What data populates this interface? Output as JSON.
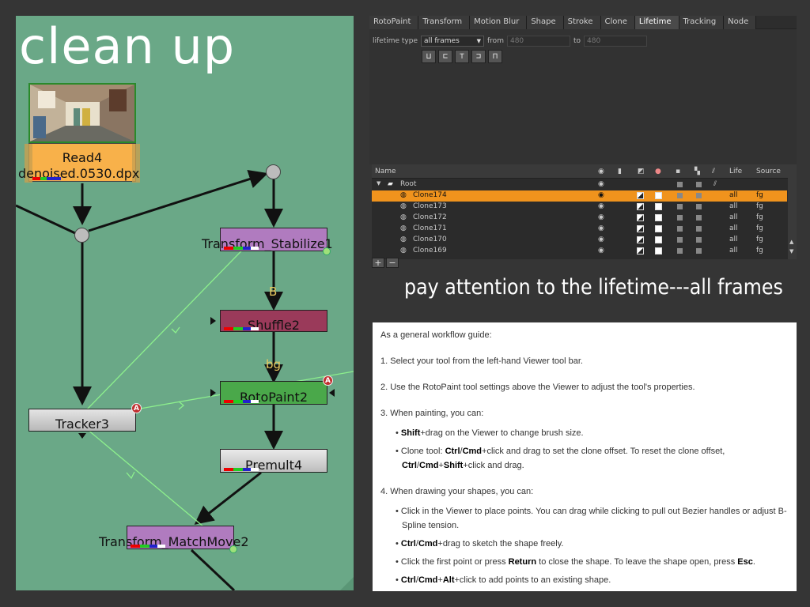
{
  "graph": {
    "title": "clean up",
    "nodes": {
      "read": "Read4",
      "read_file": "denoised.0530.dpx",
      "stabilize": "Transform_Stabilize1",
      "shuffle": "Shuffle2",
      "rotopaint": "RotoPaint2",
      "tracker": "Tracker3",
      "premult": "Premult4",
      "matchmove": "Transform_MatchMove2"
    },
    "labels": {
      "b": "B",
      "bg": "bg",
      "badge_a": "A"
    }
  },
  "props": {
    "tabs": [
      "RotoPaint",
      "Transform",
      "Motion Blur",
      "Shape",
      "Stroke",
      "Clone",
      "Lifetime",
      "Tracking",
      "Node"
    ],
    "active_tab": "Lifetime",
    "lifetime_label": "lifetime type",
    "lifetime_value": "all frames",
    "from_label": "from",
    "from_value": "480",
    "to_label": "to",
    "to_value": "480"
  },
  "curves": {
    "headers": {
      "name": "Name",
      "life": "Life",
      "source": "Source"
    },
    "root": "Root",
    "rows": [
      {
        "name": "Clone174",
        "life": "all",
        "source": "fg"
      },
      {
        "name": "Clone173",
        "life": "all",
        "source": "fg"
      },
      {
        "name": "Clone172",
        "life": "all",
        "source": "fg"
      },
      {
        "name": "Clone171",
        "life": "all",
        "source": "fg"
      },
      {
        "name": "Clone170",
        "life": "all",
        "source": "fg"
      },
      {
        "name": "Clone169",
        "life": "all",
        "source": "fg"
      }
    ],
    "plus": "+",
    "minus": "−"
  },
  "caption": "pay attention to the lifetime---all frames",
  "guide": {
    "intro": "As a general workflow guide:",
    "s1": "1.   Select your tool from the left-hand Viewer tool bar.",
    "s2": "2.   Use the RotoPaint tool settings above the Viewer to adjust the tool's properties.",
    "s3": "3.   When painting, you can:",
    "s3a_bold": "Shift",
    "s3a_rest": "+drag on the Viewer to change brush size.",
    "s3b_pre": "• Clone tool: ",
    "s3b_ctrl": "Ctrl",
    "s3b_slash": "/",
    "s3b_cmd": "Cmd",
    "s3b_rest": "+click and drag to set the clone offset. To reset the clone offset,",
    "s3c_ctrl": "Ctrl",
    "s3c_slash": "/",
    "s3c_cmd": "Cmd",
    "s3c_plus": "+",
    "s3c_shift": "Shift",
    "s3c_rest": "+click and drag.",
    "s4": "4.   When drawing your shapes, you can:",
    "s4a": "• Click in the Viewer to place points. You can drag while clicking to pull out Bezier handles or adjust B-",
    "s4a2": "Spline tension.",
    "s4b_ctrl": "Ctrl",
    "s4b_slash": "/",
    "s4b_cmd": "Cmd",
    "s4b_rest": "+drag to sketch the shape freely.",
    "s4c_pre": "• Click the first point or press ",
    "s4c_return": "Return",
    "s4c_mid": " to close the shape. To leave the shape open, press ",
    "s4c_esc": "Esc",
    "s4c_end": ".",
    "s4d_ctrl": "Ctrl",
    "s4d_slash1": "/",
    "s4d_cmd": "Cmd",
    "s4d_plus": "+",
    "s4d_alt": "Alt",
    "s4d_rest": "+click to add points to an existing shape."
  },
  "colors": {
    "graph_bg": "#6aa887",
    "read_node": "#f8b14a",
    "transform_node": "#b07bbf",
    "shuffle_node": "#9a3a5a",
    "rotopaint_node": "#4aa84a",
    "gray_node": "#c8c8c8",
    "selected_row": "#f0931d"
  }
}
